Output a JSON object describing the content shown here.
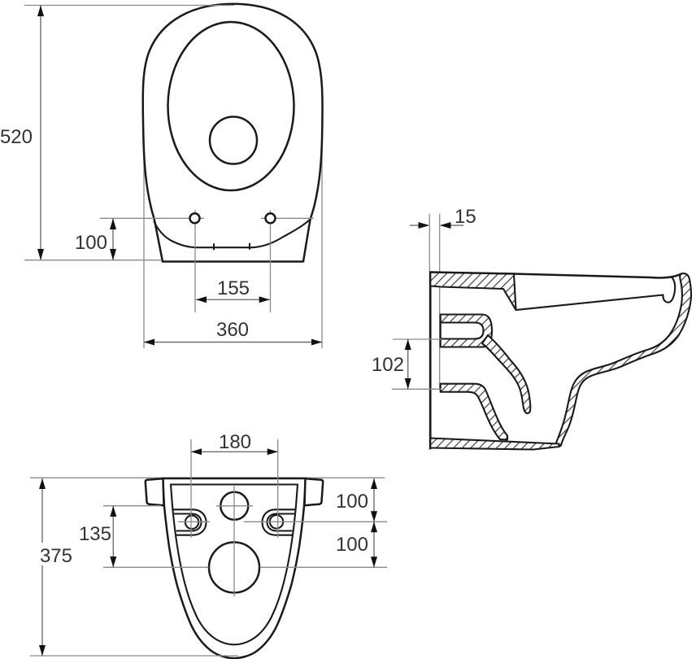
{
  "drawing": {
    "type": "technical-dimension-drawing",
    "subject": "wall-hung toilet bowl, three orthographic views",
    "background_color": "#ffffff",
    "outline_color": "#1a1a1a",
    "dimension_line_color": "#7a7a7a",
    "label_color": "#333333",
    "views": {
      "top_view": {
        "overall_length": "520",
        "hole_to_front_edge": "100",
        "seat_hole_spacing": "155",
        "overall_width": "360"
      },
      "side_section_view": {
        "wall_offset": "15",
        "outlet_span": "102"
      },
      "back_view": {
        "fixing_hole_spacing": "180",
        "top_to_fixing_holes": "100",
        "fixing_holes_to_outlet": "100",
        "ledge_to_outlet": "135",
        "overall_height": "375"
      }
    }
  }
}
